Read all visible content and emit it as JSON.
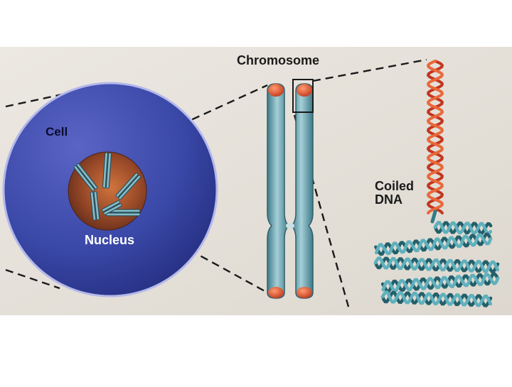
{
  "labels": {
    "chromosome": "Chromosome",
    "cell": "Cell",
    "nucleus": "Nucleus",
    "coiled_dna_line1": "Coiled",
    "coiled_dna_line2": "DNA"
  },
  "colors": {
    "panel_background": "#e7e2da",
    "cell_blue": "#3a48a8",
    "nucleus_brown": "#8a3f22",
    "chromosome_teal": "#5f9aa8",
    "telomere_orange": "#d9502a",
    "dna_red": "#d9412a",
    "dna_teal": "#2f7c88",
    "dashed_line": "#1a1a1a"
  }
}
